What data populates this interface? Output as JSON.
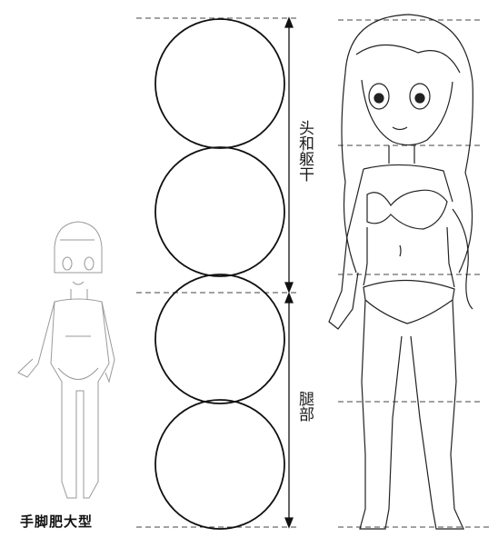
{
  "labels": {
    "head_torso": "头和躯干",
    "legs": "腿部",
    "small_figure_caption": "手脚肥大型"
  },
  "diagram": {
    "circle_count": 4,
    "segments": [
      {
        "label": "头和躯干",
        "circles": 2
      },
      {
        "label": "腿部",
        "circles": 2
      }
    ]
  },
  "colors": {
    "line": "#111111",
    "guide": "#444444",
    "sketch": "#9a9a9a"
  }
}
